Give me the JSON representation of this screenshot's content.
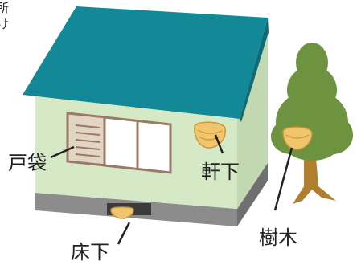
{
  "corner_text": [
    "所",
    "け"
  ],
  "labels": {
    "tobukuro": "戸袋",
    "nokishita": "軒下",
    "yukashita": "床下",
    "jumoku": "樹木"
  },
  "colors": {
    "roof": "#138998",
    "wall_front": "#d6e9c6",
    "wall_side": "#c2d8b1",
    "foundation": "#8c8c8c",
    "shutter": "#e2d5c3",
    "frame": "#9a7a64",
    "nest": "#f0c56c",
    "tree": "#6e9340",
    "trunk": "#b07f2e"
  }
}
